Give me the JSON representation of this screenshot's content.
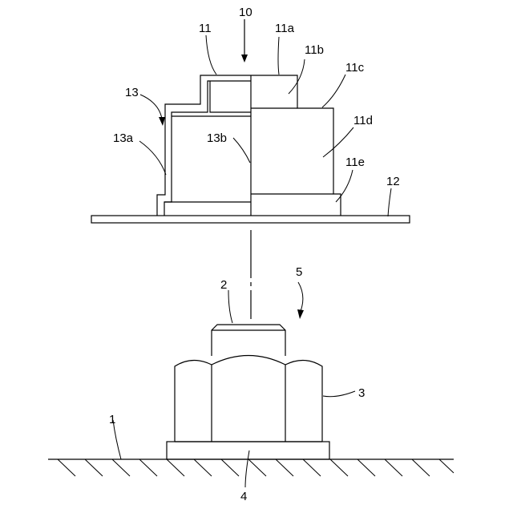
{
  "labels": {
    "assembly_top": "10",
    "cap": "11",
    "cap_a": "11a",
    "cap_b": "11b",
    "cap_c": "11c",
    "cap_d": "11d",
    "cap_e": "11e",
    "plate": "12",
    "cover": "13",
    "cover_a": "13a",
    "cover_b": "13b",
    "axis_mark": "2",
    "assembly_bottom": "5",
    "nut": "3",
    "ground": "1",
    "washer": "4"
  }
}
